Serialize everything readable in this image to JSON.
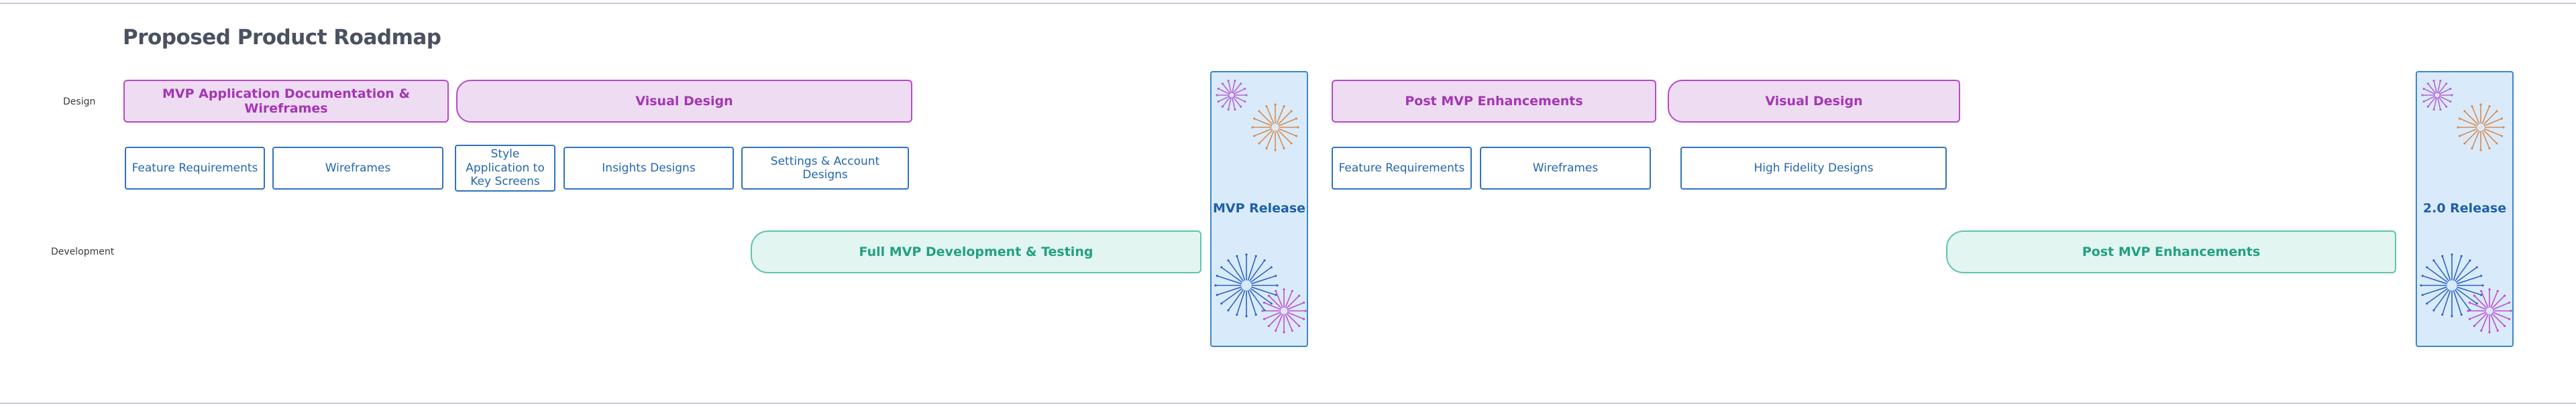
{
  "title": "Proposed Product Roadmap",
  "rows": {
    "design": "Design",
    "development": "Development"
  },
  "design_phases": [
    "MVP Application Documentation & Wireframes",
    "Visual Design",
    "Post MVP Enhancements",
    "Visual Design"
  ],
  "design_tasks": [
    "Feature Requirements",
    "Wireframes",
    "Style Application to Key Screens",
    "Insights Designs",
    "Settings & Account Designs",
    "Feature Requirements",
    "Wireframes",
    "High Fidelity Designs"
  ],
  "development_phases": [
    "Full MVP Development & Testing",
    "Post MVP Enhancements"
  ],
  "releases": [
    "MVP Release",
    "2.0 Release"
  ],
  "icons": [
    "fireworks-icon"
  ],
  "colors": {
    "design_fill": "#eedcf2",
    "design_border": "#b54cc1",
    "design_text": "#a435b4",
    "task_border": "#2f73bd",
    "task_text": "#2366ad",
    "dev_fill": "#e2f5f0",
    "dev_border": "#5ec4ad",
    "dev_text": "#22a082",
    "release_fill": "#d9ebfa",
    "release_border": "#3d86c8"
  }
}
